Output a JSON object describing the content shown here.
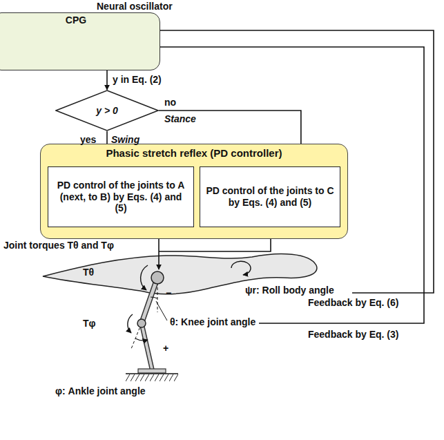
{
  "diagram": {
    "nodes": [
      {
        "text": [
          "CPG"
        ]
      },
      {
        "text": [
          "y > 0"
        ]
      },
      {
        "text": [
          "Phasic stretch reflex (PD controller)"
        ]
      },
      {
        "text": [
          "PD control of the joints to A (next, to B) by Eqs. (4) and (5)"
        ],
        "in": 2
      },
      {
        "text": [
          "PD control of the joints to C by Eqs. (4) and (5)"
        ],
        "in": 2
      }
    ],
    "edges": [
      {
        "from": 0,
        "to": 1,
        "arrow": "to",
        "label": "y in Eq. (2)"
      },
      {
        "from": 1,
        "to": 3,
        "arrow": "to"
      },
      {
        "from": 1,
        "to": 4,
        "arrow": "to"
      }
    ],
    "labels": [
      "Neural oscillator",
      "yes",
      "Swing",
      "no",
      "Stance",
      "Joint torques Tθ and Tφ",
      "ψr: Roll body angle",
      "Tθ",
      "Feedback by Eq. (6)",
      "θ: Knee joint angle",
      "Tφ",
      "+",
      "−",
      "Feedback by Eq. (3)",
      "φ: Ankle joint angle"
    ]
  }
}
